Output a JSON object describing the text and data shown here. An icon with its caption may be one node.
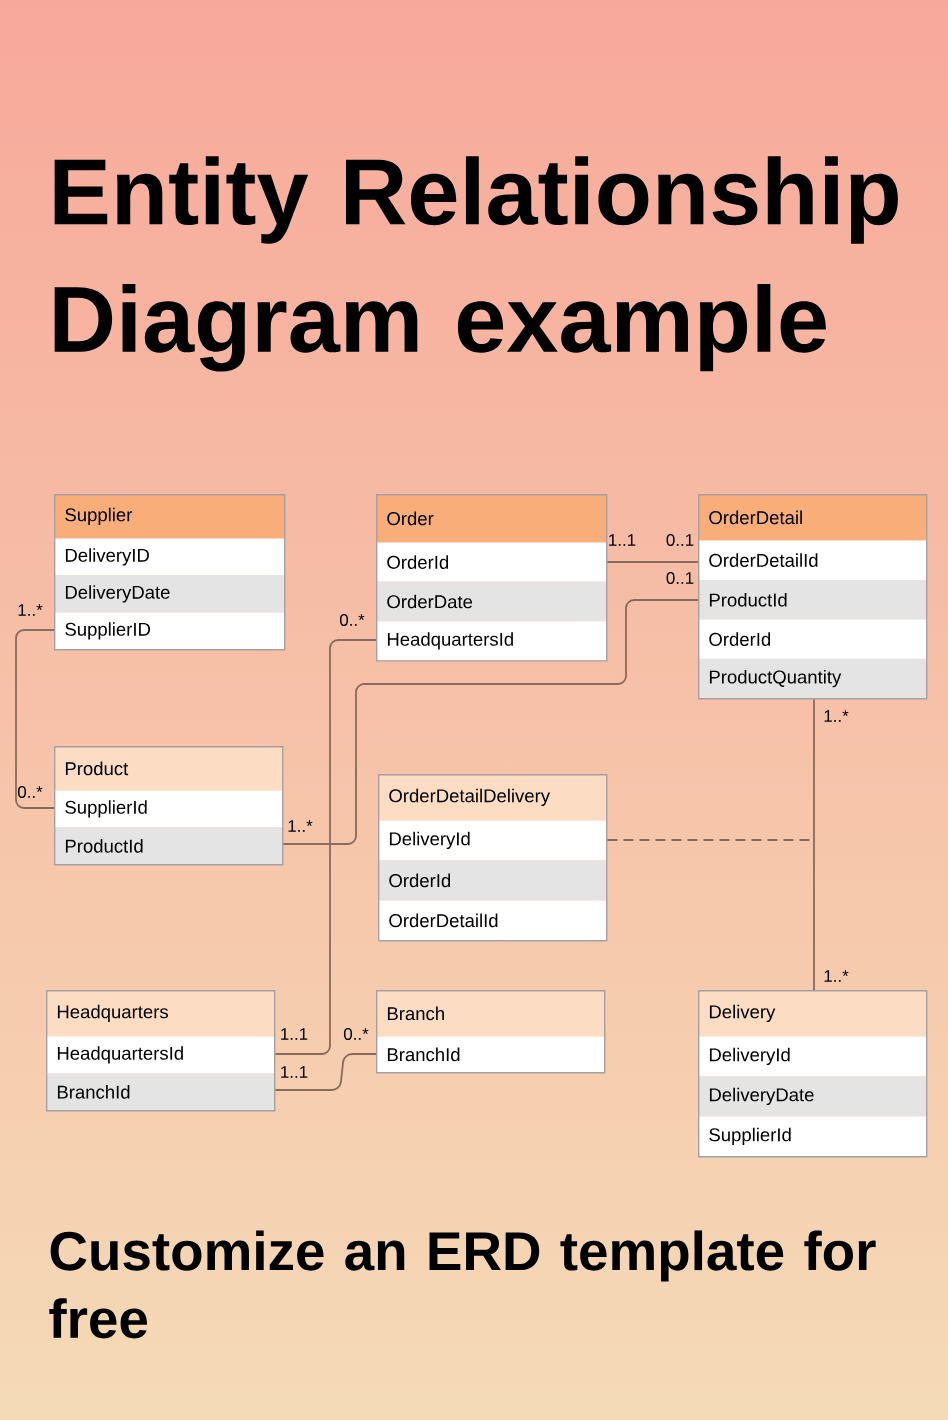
{
  "diagram": {
    "title": "Entity Relationship Diagram example",
    "caption": "Customize an ERD template for free",
    "nodes": [
      {
        "text": [
          "Supplier",
          "DeliveryID",
          "DeliveryDate",
          "SupplierID"
        ]
      },
      {
        "text": [
          "Order",
          "OrderId",
          "OrderDate",
          "HeadquartersId"
        ]
      },
      {
        "text": [
          "OrderDetail",
          "OrderDetailId",
          "ProductId",
          "OrderId",
          "ProductQuantity"
        ]
      },
      {
        "text": [
          "Product",
          "SupplierId",
          "ProductId"
        ]
      },
      {
        "text": [
          "OrderDetailDelivery",
          "DeliveryId",
          "OrderId",
          "OrderDetailId"
        ]
      },
      {
        "text": [
          "Headquarters",
          "HeadquartersId",
          "BranchId"
        ]
      },
      {
        "text": [
          "Branch",
          "BranchId"
        ]
      },
      {
        "text": [
          "Delivery",
          "DeliveryId",
          "DeliveryDate",
          "SupplierId"
        ]
      }
    ],
    "edges": [
      {
        "from": 0,
        "to": 3,
        "arrow": "none"
      },
      {
        "from": 1,
        "to": 2,
        "arrow": "none"
      },
      {
        "from": 1,
        "to": 5,
        "arrow": "none"
      },
      {
        "from": 2,
        "to": 3,
        "arrow": "none"
      },
      {
        "from": 4,
        "to": null,
        "arrow": "none",
        "style": "dashed"
      },
      {
        "from": 2,
        "to": 7,
        "arrow": "none"
      },
      {
        "from": 5,
        "to": 6,
        "arrow": "none"
      }
    ],
    "labels": [
      "1..1",
      "0..1",
      "0..1",
      "1..*",
      "0..*",
      "1..*",
      "0..*",
      "1..*",
      "1..*",
      "1..1",
      "0..*",
      "1..1"
    ]
  }
}
